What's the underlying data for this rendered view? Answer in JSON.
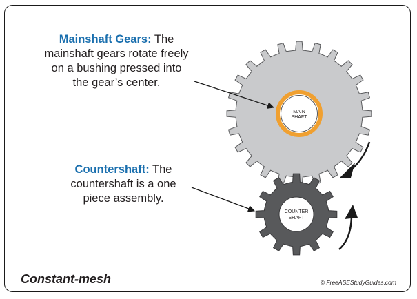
{
  "mainshaft": {
    "heading": "Mainshaft Gears:",
    "body_lines": [
      " The",
      "mainshaft gears rotate freely",
      "on a bushing pressed into",
      "the gear’s center."
    ],
    "hub_lines": [
      "MAIN",
      "SHAFT"
    ]
  },
  "countershaft": {
    "heading": "Countershaft:",
    "body_lines": [
      " The",
      "countershaft is a one",
      "piece assembly."
    ],
    "hub_lines": [
      "COUNTER",
      "SHAFT"
    ]
  },
  "caption": "Constant-mesh",
  "credit": "© FreeASEStudyGuides.com",
  "colors": {
    "heading_blue": "#1a6fae",
    "main_gear": "#c9cacc",
    "counter_gear": "#58595b",
    "bushing_orange": "#f0a030"
  }
}
